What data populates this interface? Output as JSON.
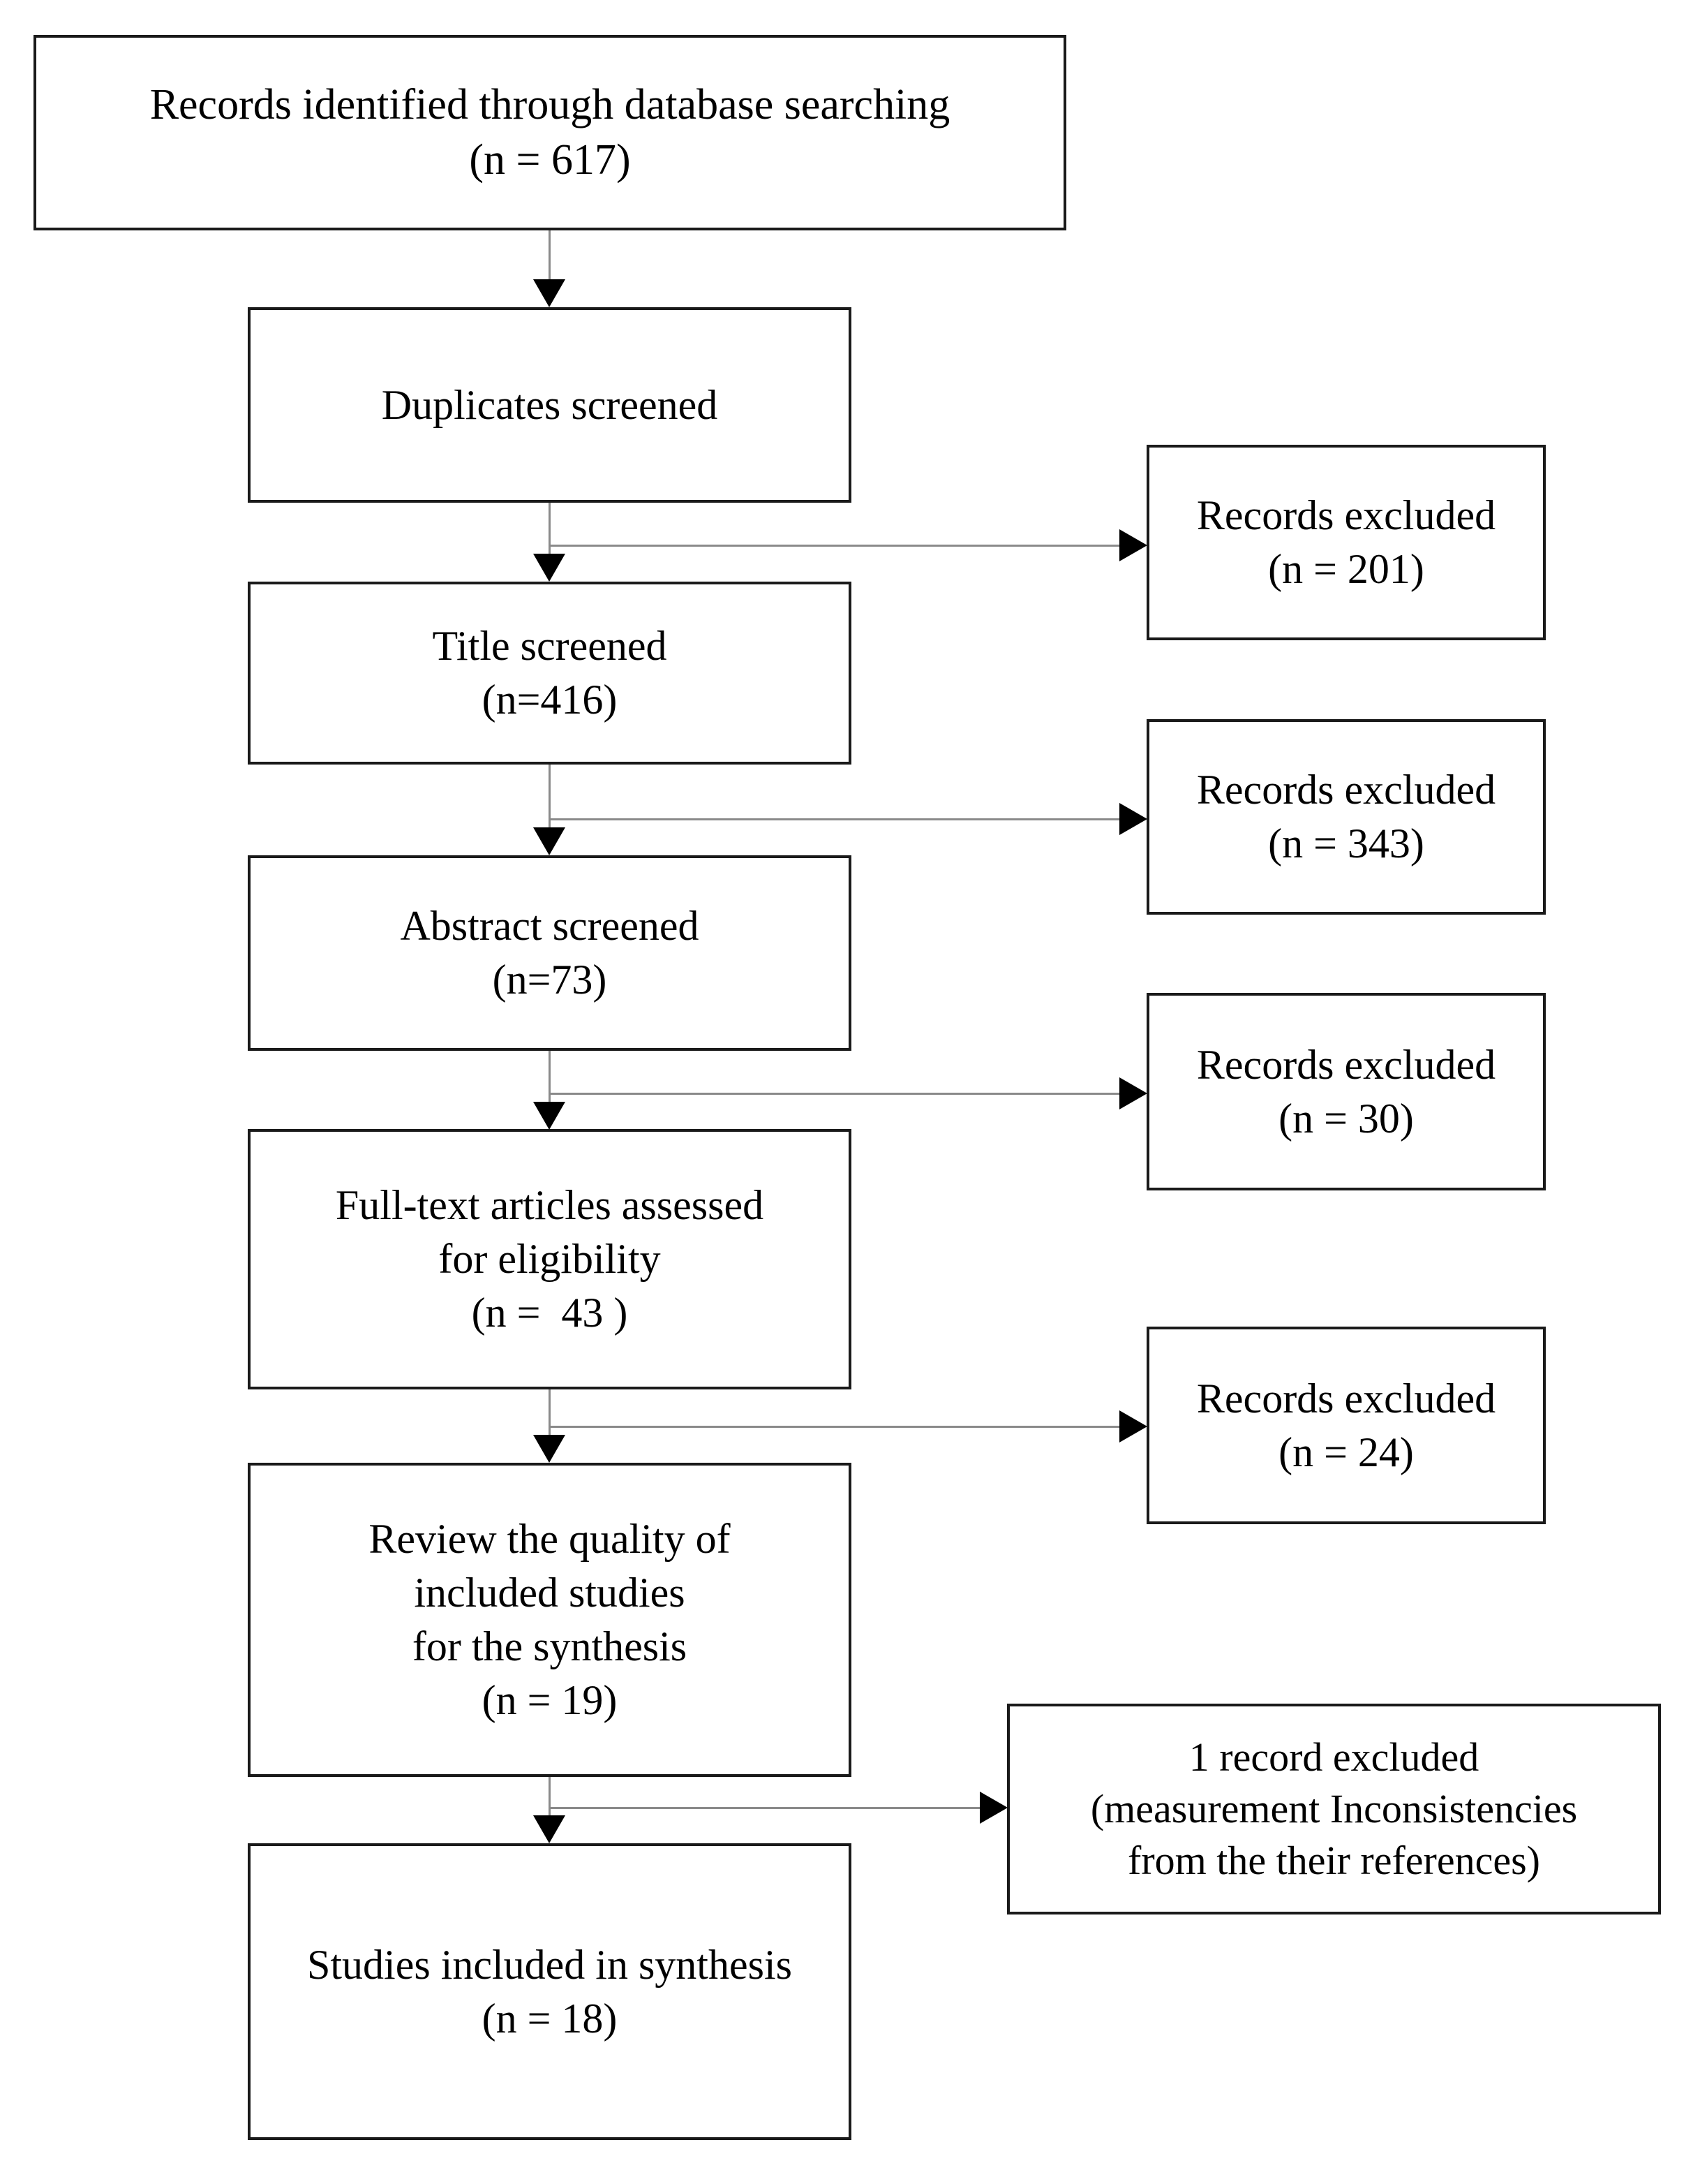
{
  "diagram": {
    "type": "prisma-flow-diagram",
    "title": "PRISMA study selection flow diagram",
    "line_color": "#8a8a8a",
    "box_border_color": "#1a1a1a",
    "arrow_color": "#000000",
    "background": "#ffffff"
  },
  "main_flow": [
    {
      "id": "identification",
      "lines": [
        "Records identified through database searching",
        "(n = 617)"
      ],
      "n": 617
    },
    {
      "id": "duplicates",
      "lines": [
        "Duplicates screened"
      ],
      "n": null
    },
    {
      "id": "title-screened",
      "lines": [
        "Title screened",
        "(n=416)"
      ],
      "n": 416
    },
    {
      "id": "abstract-screened",
      "lines": [
        "Abstract screened",
        "(n=73)"
      ],
      "n": 73
    },
    {
      "id": "full-text",
      "lines": [
        "Full-text articles assessed",
        "for eligibility",
        "(n =  43 )"
      ],
      "n": 43
    },
    {
      "id": "quality-review",
      "lines": [
        "Review the quality of",
        "included studies",
        "for the synthesis",
        "(n = 19)"
      ],
      "n": 19
    },
    {
      "id": "included",
      "lines": [
        "Studies included in synthesis",
        "(n = 18)"
      ],
      "n": 18
    }
  ],
  "excluded_flow": [
    {
      "id": "excluded-201",
      "lines": [
        "Records excluded",
        "(n = 201)"
      ],
      "n": 201
    },
    {
      "id": "excluded-343",
      "lines": [
        "Records excluded",
        "(n = 343)"
      ],
      "n": 343
    },
    {
      "id": "excluded-30",
      "lines": [
        "Records excluded",
        "(n = 30)"
      ],
      "n": 30
    },
    {
      "id": "excluded-24",
      "lines": [
        "Records excluded",
        "(n = 24)"
      ],
      "n": 24
    },
    {
      "id": "excluded-1-record",
      "lines": [
        "1 record excluded",
        "(measurement Inconsistencies",
        "from the their references)"
      ],
      "n": 1
    }
  ]
}
